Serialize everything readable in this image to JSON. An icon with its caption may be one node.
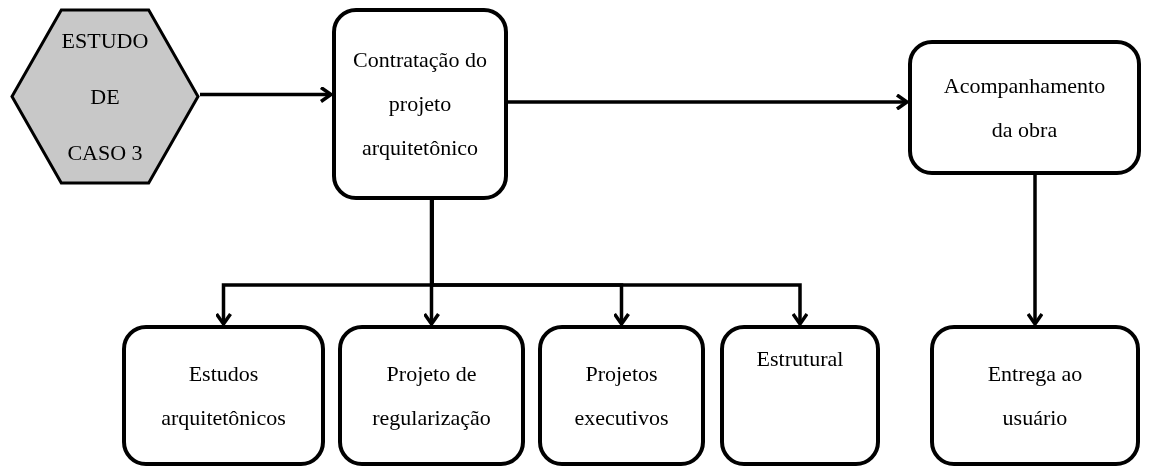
{
  "diagram": {
    "nodes": [
      {
        "text": [
          "ESTUDO DE CASO 3"
        ]
      },
      {
        "text": [
          "Contratação do projeto arquitetônico"
        ]
      },
      {
        "text": [
          "Acompanhamento da obra"
        ]
      },
      {
        "text": [
          "Estudos arquitetônicos"
        ]
      },
      {
        "text": [
          "Projeto de regularização"
        ]
      },
      {
        "text": [
          "Projetos executivos"
        ]
      },
      {
        "text": [
          "Estrutural"
        ]
      },
      {
        "text": [
          "Entrega ao usuário"
        ]
      }
    ],
    "edges": [
      {
        "from": 0,
        "to": 1,
        "arrow": "to"
      },
      {
        "from": 1,
        "to": 2,
        "arrow": "to"
      },
      {
        "from": 1,
        "to": 3,
        "arrow": "to"
      },
      {
        "from": 1,
        "to": 4,
        "arrow": "to"
      },
      {
        "from": 1,
        "to": 5,
        "arrow": "to"
      },
      {
        "from": 1,
        "to": 6,
        "arrow": "to"
      },
      {
        "from": 2,
        "to": 7,
        "arrow": "to"
      }
    ]
  }
}
